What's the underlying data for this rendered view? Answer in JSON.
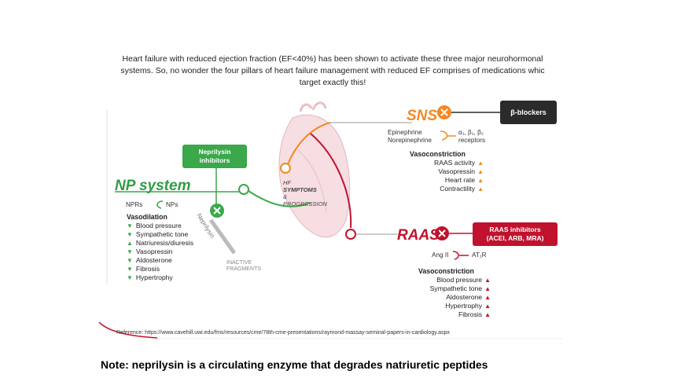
{
  "intro": {
    "line1": "Heart failure with reduced ejection fraction (EF<40%) has been shown to activate these three major neurohormonal",
    "line2": "systems. So, no wonder the four pillars of heart failure management with reduced EF comprises of medications whic",
    "line3": "target exactly this!"
  },
  "np": {
    "title": "NP system",
    "box_line1": "Neprilysin",
    "box_line2": "inhibitors",
    "nprs": "NPRs",
    "nps": "NPs",
    "head": "Vasodilation",
    "items": [
      "Blood pressure",
      "Sympathetic tone",
      "Natriuresis/diuresis",
      "Vasopressin",
      "Aldosterone",
      "Fibrosis",
      "Hypertrophy"
    ],
    "diag_label": "Neprilysin",
    "inactive_1": "INACTIVE",
    "inactive_2": "FRAGMENTS"
  },
  "hf": {
    "pre": "HF ",
    "bold": "SYMPTOMS",
    "post": " &",
    "line2": "PROGRESSION"
  },
  "sns": {
    "title": "SNS",
    "box": "β-blockers",
    "epi": "Epinephrine",
    "norepi": "Norepinephrine",
    "receptors_1": "α₁, β₁, β₂",
    "receptors_2": "receptors",
    "head": "Vasoconstriction",
    "items": [
      "RAAS activity",
      "Vasopressin",
      "Heart rate",
      "Contractility"
    ]
  },
  "raas": {
    "title": "RAAS",
    "box_line1": "RAAS inhibitors",
    "box_line2": "(ACEI, ARB, MRA)",
    "angii": "Ang II",
    "at1r": "AT₁R",
    "head": "Vasoconstriction",
    "items": [
      "Blood pressure",
      "Sympathetic tone",
      "Aldosterone",
      "Hypertrophy",
      "Fibrosis"
    ]
  },
  "reference": "Reference: https://www.cavehill.uwi.edu/fms/resources/cme/78th-cme-presentations/raymond-massay-seminal-papers-in-cardiology.aspx",
  "note": "Note: neprilysin is a circulating enzyme that degrades natriuretic peptides",
  "colors": {
    "green": "#3aa84b",
    "orange": "#f08a24",
    "red": "#c0122e",
    "dark": "#2b2b2b"
  },
  "icons": {
    "inhibit": "x-circle-icon",
    "increase": "arrow-up-icon",
    "decrease": "arrow-down-icon"
  }
}
